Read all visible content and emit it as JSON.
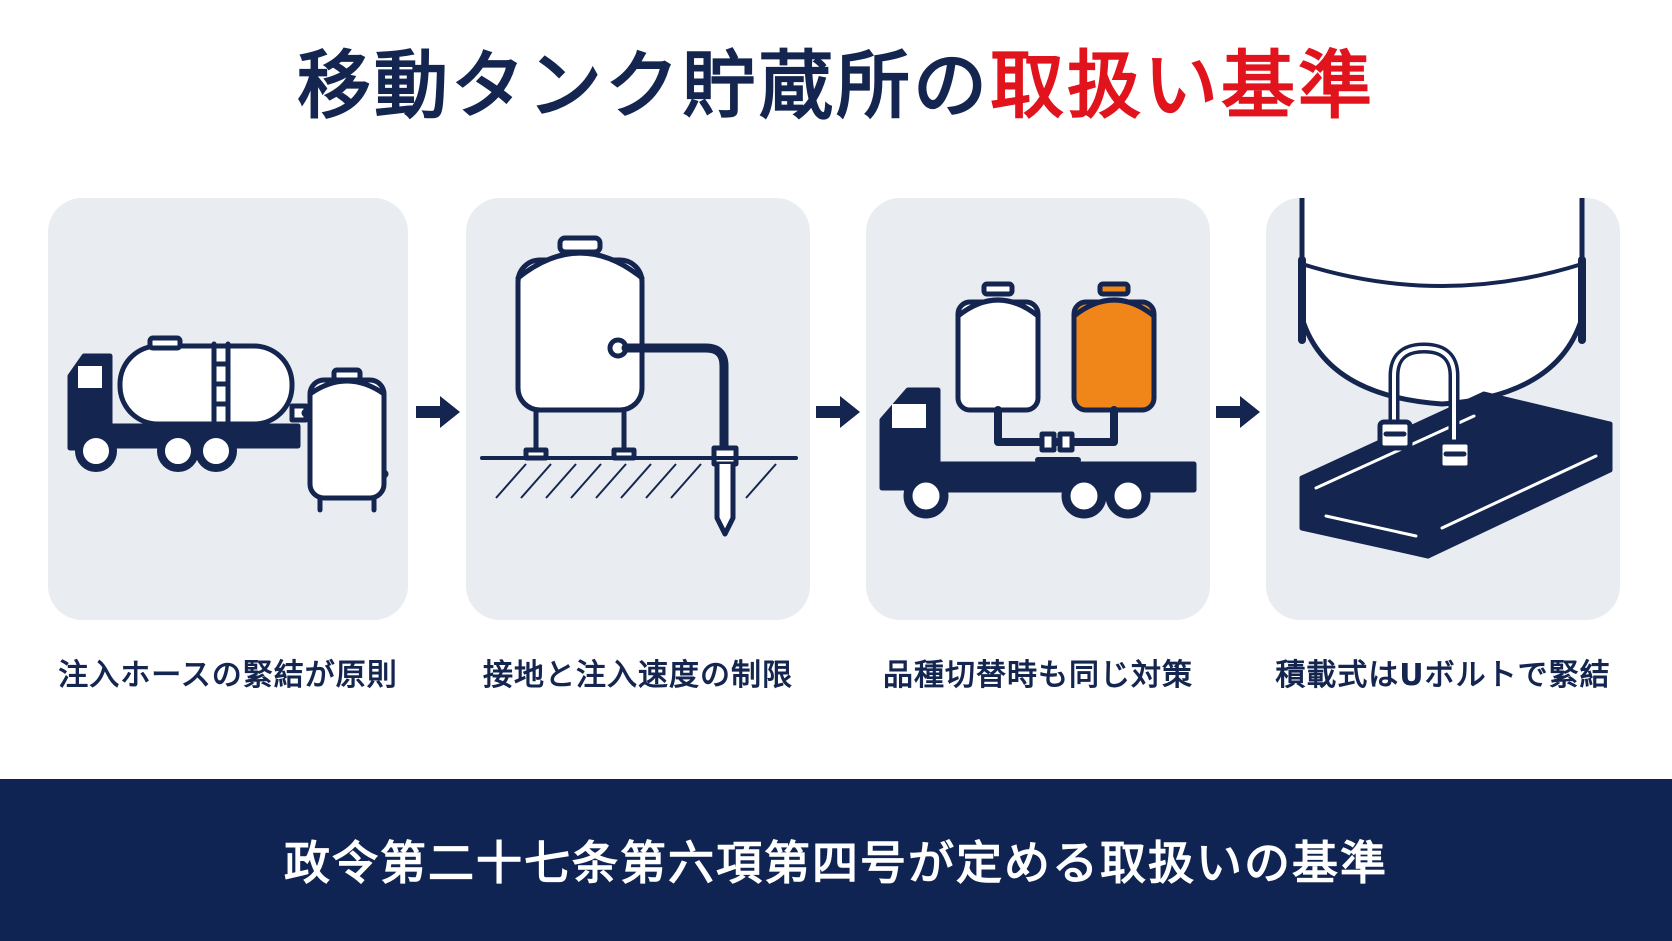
{
  "title": {
    "main": "移動タンク貯蔵所の",
    "accent": "取扱い基準"
  },
  "steps": [
    {
      "caption": "注入ホースの緊結が原則",
      "icon": "tank-truck-hose-icon"
    },
    {
      "caption": "接地と注入速度の制限",
      "icon": "grounded-tank-icon"
    },
    {
      "caption": "品種切替時も同じ対策",
      "icon": "truck-two-tanks-icon"
    },
    {
      "caption": "積載式はUボルトで緊結",
      "icon": "u-bolt-beam-icon"
    }
  ],
  "footer": {
    "text": "政令第二十七条第六項第四号が定める取扱いの基準"
  },
  "colors": {
    "navy": "#14254f",
    "accent_red": "#e1141d",
    "orange": "#f0861a",
    "card_bg": "#e9ecf1",
    "banner_bg": "#0f2452"
  }
}
